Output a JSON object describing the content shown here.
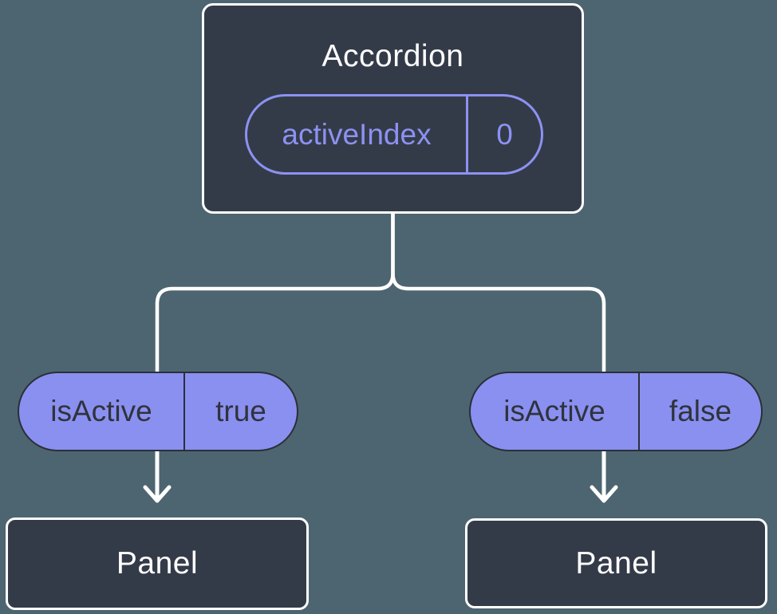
{
  "diagram": {
    "root": {
      "title": "Accordion",
      "state": {
        "name": "activeIndex",
        "value": "0"
      }
    },
    "children": [
      {
        "prop": {
          "name": "isActive",
          "value": "true"
        },
        "node": {
          "title": "Panel"
        }
      },
      {
        "prop": {
          "name": "isActive",
          "value": "false"
        },
        "node": {
          "title": "Panel"
        }
      }
    ]
  },
  "colors": {
    "background": "#4D6570",
    "node_fill": "#343B48",
    "node_border": "#FFFFFF",
    "pill_fill": "#8A90F0",
    "pill_outline_stroke": "#8C92F2",
    "pill_dark_text": "#2F333C",
    "connector": "#FFFFFF",
    "title_text": "#FFFFFF"
  }
}
